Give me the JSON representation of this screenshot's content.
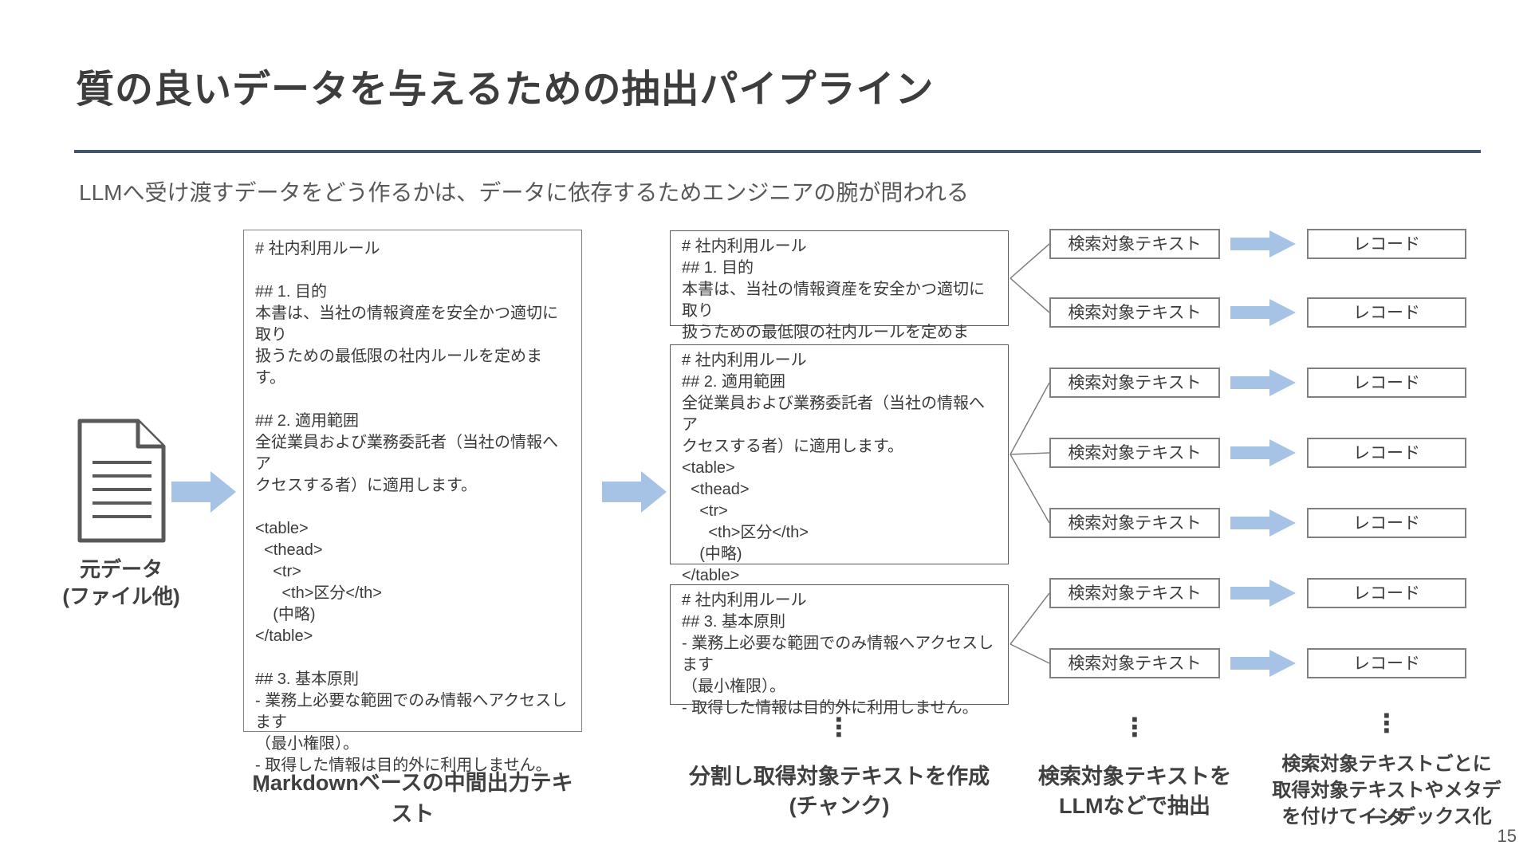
{
  "slide": {
    "title": "質の良いデータを与えるための抽出パイプライン",
    "subtitle": "LLMへ受け渡すデータをどう作るかは、データに依存するためエンジニアの腕が問われる",
    "page_number": "15"
  },
  "source": {
    "label_line1": "元データ",
    "label_line2": "(ファイル他)",
    "icon": "document-icon"
  },
  "markdown_box": {
    "text": "# 社内利用ルール\n\n## 1. 目的\n本書は、当社の情報資産を安全かつ適切に取り\n扱うための最低限の社内ルールを定めます。\n\n## 2. 適用範囲\n全従業員および業務委託者（当社の情報へア\nクセスする者）に適用します。\n\n<table>\n  <thead>\n    <tr>\n      <th>区分</th>\n    (中略)\n</table>\n\n## 3. 基本原則\n- 業務上必要な範囲でのみ情報へアクセスします\n（最小権限）。\n- 取得した情報は目的外に利用しません。\n...",
    "caption": "Markdownベースの中間出力テキスト"
  },
  "chunks": {
    "ellipsis": "⋮",
    "caption_line1": "分割し取得対象テキストを作成",
    "caption_line2": "(チャンク)",
    "items": [
      {
        "text": "# 社内利用ルール\n## 1. 目的\n本書は、当社の情報資産を安全かつ適切に取り\n扱うための最低限の社内ルールを定めます。"
      },
      {
        "text": "# 社内利用ルール\n## 2. 適用範囲\n全従業員および業務委託者（当社の情報へア\nクセスする者）に適用します。\n<table>\n  <thead>\n    <tr>\n      <th>区分</th>\n    (中略)\n</table>"
      },
      {
        "text": "# 社内利用ルール\n## 3. 基本原則\n- 業務上必要な範囲でのみ情報へアクセスします\n（最小権限）。\n- 取得した情報は目的外に利用しません。"
      }
    ]
  },
  "search_texts": {
    "box_label": "検索対象テキスト",
    "count": 7,
    "ellipsis": "⋮",
    "caption_line1": "検索対象テキストを",
    "caption_line2": "LLMなどで抽出"
  },
  "records": {
    "box_label": "レコード",
    "count": 7,
    "ellipsis": "⋮",
    "caption_line1": "検索対象テキストごとに",
    "caption_line2": "取得対象テキストやメタデータ",
    "caption_line3": "を付けてインデックス化"
  },
  "colors": {
    "accent_arrow": "#a6c2e4",
    "divider": "#44546a",
    "title_text": "#3d3d3d",
    "body_text": "#404040",
    "box_border": "#808080"
  }
}
